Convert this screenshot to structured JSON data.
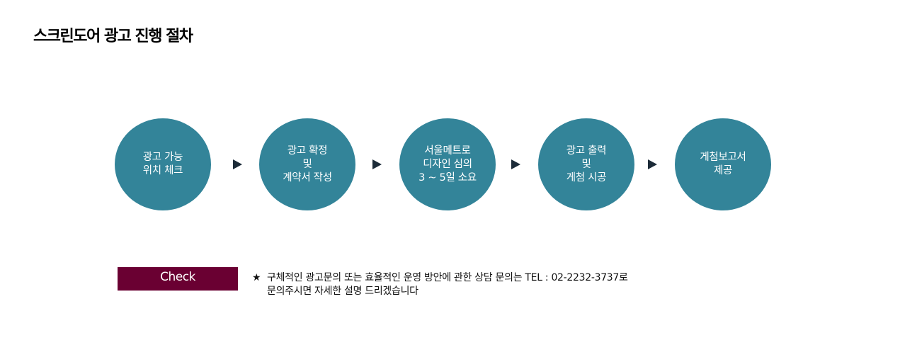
{
  "page": {
    "title": "스크린도어 광고 진행 절차"
  },
  "steps": [
    {
      "lines": [
        "광고 가능",
        "위치 체크"
      ]
    },
    {
      "lines": [
        "광고 확정",
        "및",
        "계약서 작성"
      ]
    },
    {
      "lines": [
        "서울메트로",
        "디자인 심의",
        "3 ~ 5일 소요"
      ]
    },
    {
      "lines": [
        "광고 출력",
        "및",
        "게첨 시공"
      ]
    },
    {
      "lines": [
        "게첨보고서",
        "제공"
      ]
    }
  ],
  "icons": {
    "arrow": "triangle-right-icon",
    "star": "star-icon"
  },
  "check": {
    "label": "Check",
    "star": "★",
    "lines": [
      "구체적인 광고문의 또는 효율적인 운영 방안에 관한  상담 문의는  TEL : 02-2232-3737로",
      "문의주시면 자세한 설명 드리겠습니다"
    ]
  },
  "colors": {
    "circle": "#338499",
    "arrow": "#1c2b38",
    "badge": "#6a0032"
  }
}
